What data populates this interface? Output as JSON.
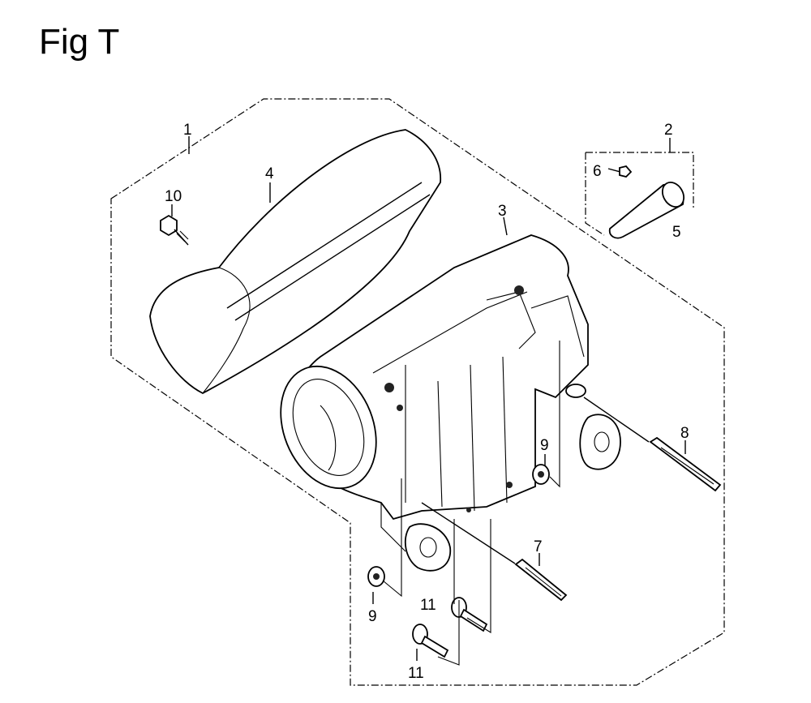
{
  "title": "Fig T",
  "callouts": {
    "c1": "1",
    "c2": "2",
    "c3": "3",
    "c4": "4",
    "c5": "5",
    "c6": "6",
    "c7": "7",
    "c8": "8",
    "c9a": "9",
    "c9b": "9",
    "c10": "10",
    "c11a": "11",
    "c11b": "11"
  }
}
